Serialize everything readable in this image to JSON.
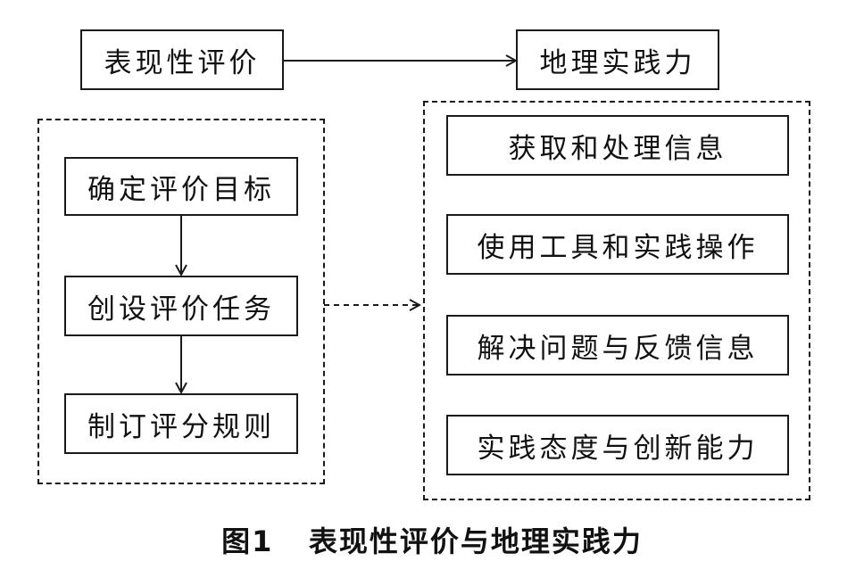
{
  "top": {
    "source_label": "表现性评价",
    "target_label": "地理实践力"
  },
  "left_group": {
    "steps": [
      "确定评价目标",
      "创设评价任务",
      "制订评分规则"
    ]
  },
  "right_group": {
    "items": [
      "获取和处理信息",
      "使用工具和实践操作",
      "解决问题与反馈信息",
      "实践态度与创新能力"
    ]
  },
  "caption": "图1   表现性评价与地理实践力"
}
